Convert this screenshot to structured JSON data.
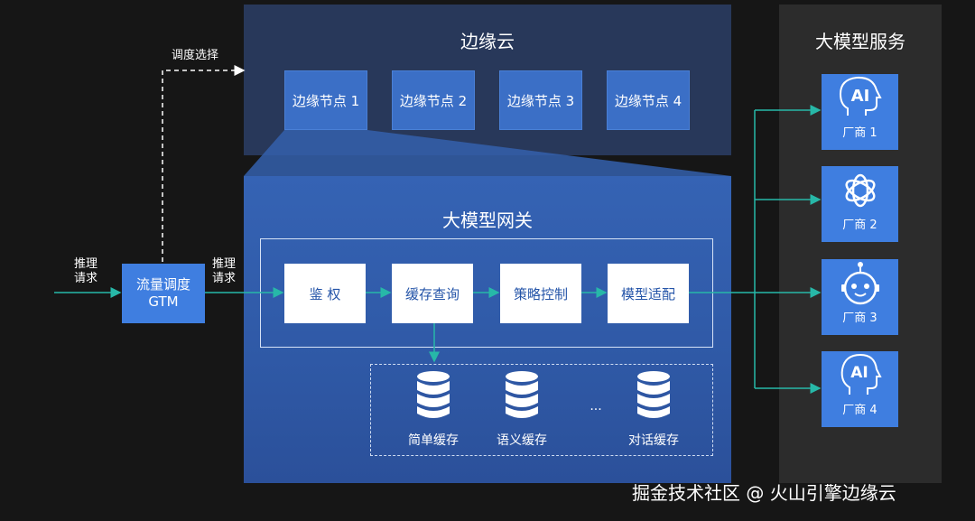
{
  "edge_cloud": {
    "title": "边缘云",
    "nodes": [
      "边缘节点 1",
      "边缘节点 2",
      "边缘节点 3",
      "边缘节点 4"
    ]
  },
  "schedule_label": "调度选择",
  "inference_request": "推理\n请求",
  "gtm": {
    "line1": "流量调度",
    "line2": "GTM"
  },
  "gateway": {
    "title": "大模型网关",
    "steps": [
      "鉴 权",
      "缓存查询",
      "策略控制",
      "模型适配"
    ],
    "caches": [
      "简单缓存",
      "语义缓存",
      "对话缓存"
    ],
    "ellipsis": "..."
  },
  "services": {
    "title": "大模型服务",
    "vendors": [
      {
        "label": "厂商 1",
        "icon": "ai-head-icon",
        "icon_text": "AI"
      },
      {
        "label": "厂商 2",
        "icon": "openai-logo-icon"
      },
      {
        "label": "厂商 3",
        "icon": "robot-face-icon"
      },
      {
        "label": "厂商 4",
        "icon": "ai-head-outline-icon",
        "icon_text": "AI"
      }
    ]
  },
  "watermark": "掘金技术社区 @ 火山引擎边缘云",
  "colors": {
    "background": "#161616",
    "edge_cloud_panel": "#28385a",
    "node_fill": "#3b6fc6",
    "gateway_panel": "#3563b4",
    "services_panel": "#2c2c2c",
    "vendor_fill": "#3f7ee0",
    "connector": "#27b8a8"
  }
}
